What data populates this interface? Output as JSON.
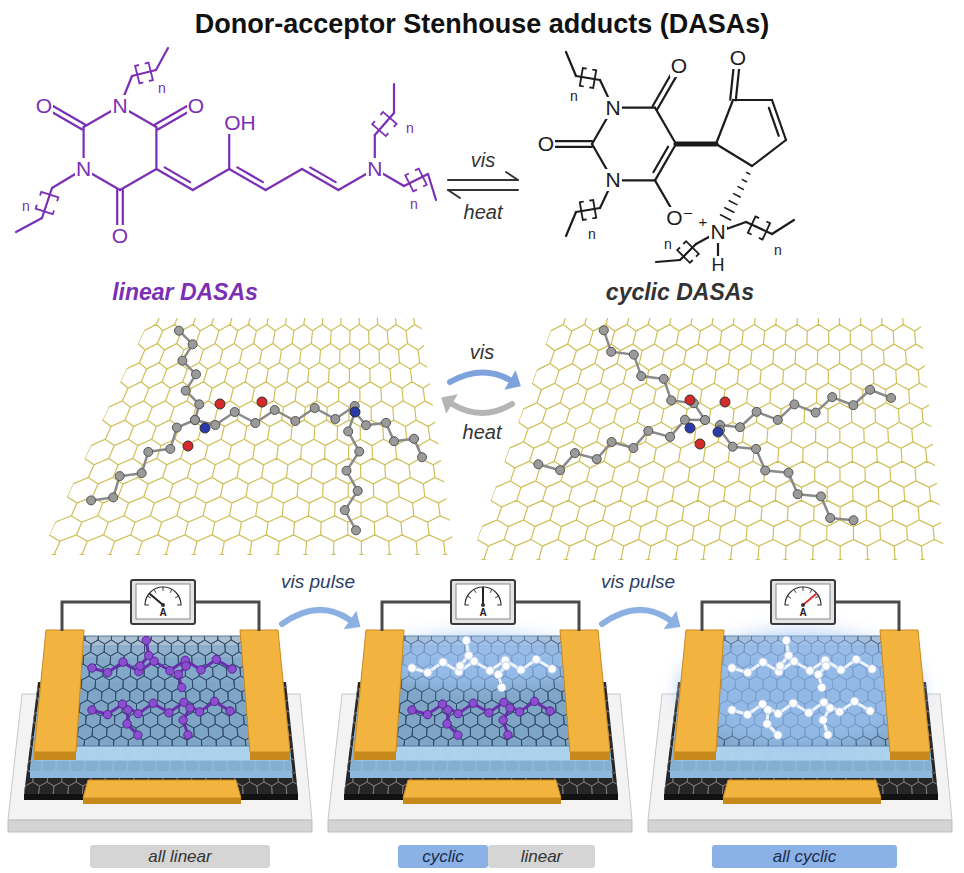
{
  "diagram": {
    "title": "Donor-acceptor Stenhouse adducts (DASAs)",
    "nodes": [
      {
        "text": [
          "A"
        ]
      },
      {
        "text": [
          "A"
        ]
      },
      {
        "text": [
          "A"
        ]
      },
      {
        "text": [
          "all linear"
        ]
      },
      {
        "text": [
          "cyclic"
        ]
      },
      {
        "text": [
          "linear"
        ]
      },
      {
        "text": [
          "all cyclic"
        ]
      }
    ],
    "labels": [
      "n",
      "N",
      "O",
      "O",
      "OH",
      "n",
      "N",
      "N",
      "n",
      "n",
      "O",
      "vis",
      "heat",
      "n",
      "O",
      "O",
      "N",
      "O",
      "N",
      "n",
      "O⁻",
      "+",
      "N",
      "n",
      "n",
      "H",
      "linear DASAs",
      "cyclic DASAs",
      "vis",
      "heat",
      "vis pulse",
      "vis pulse"
    ]
  }
}
